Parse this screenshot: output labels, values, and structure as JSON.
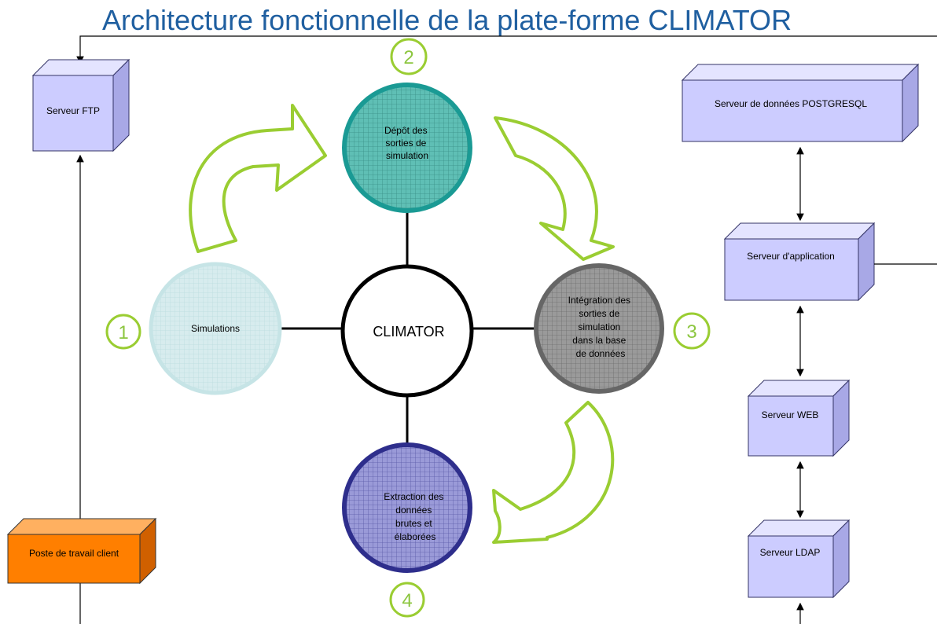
{
  "title": "Architecture fonctionnelle de la plate-forme CLIMATOR",
  "center": "CLIMATOR",
  "processes": {
    "p1": {
      "number": "1",
      "lines": [
        "Simulations"
      ],
      "color": "#b3dde0"
    },
    "p2": {
      "number": "2",
      "lines": [
        "Dépôt des",
        "sorties de",
        "simulation"
      ],
      "color": "#5fbfb5"
    },
    "p3": {
      "number": "3",
      "lines": [
        "Intégration des",
        "sorties de",
        "simulation",
        "dans la base",
        "de données"
      ],
      "color": "#8c8c8c"
    },
    "p4": {
      "number": "4",
      "lines": [
        "Extraction des",
        "données",
        "brutes et",
        "élaborées"
      ],
      "color": "#8c8cd0"
    }
  },
  "servers": {
    "ftp": "Serveur FTP",
    "client": "Poste de travail client",
    "postgres": "Serveur de données POSTGRESQL",
    "application": "Serveur d'application",
    "web": "Serveur WEB",
    "ldap": "Serveur LDAP"
  },
  "colors": {
    "title": "#1f5fa0",
    "arrow_outline": "#9acd32",
    "server_fill": "#ccccff",
    "client_fill": "#ff7f00",
    "p2_ring": "#1a9a94",
    "p3_ring": "#666666",
    "p4_ring": "#2e2e8c",
    "p1_ring": "#c6e4e6"
  }
}
